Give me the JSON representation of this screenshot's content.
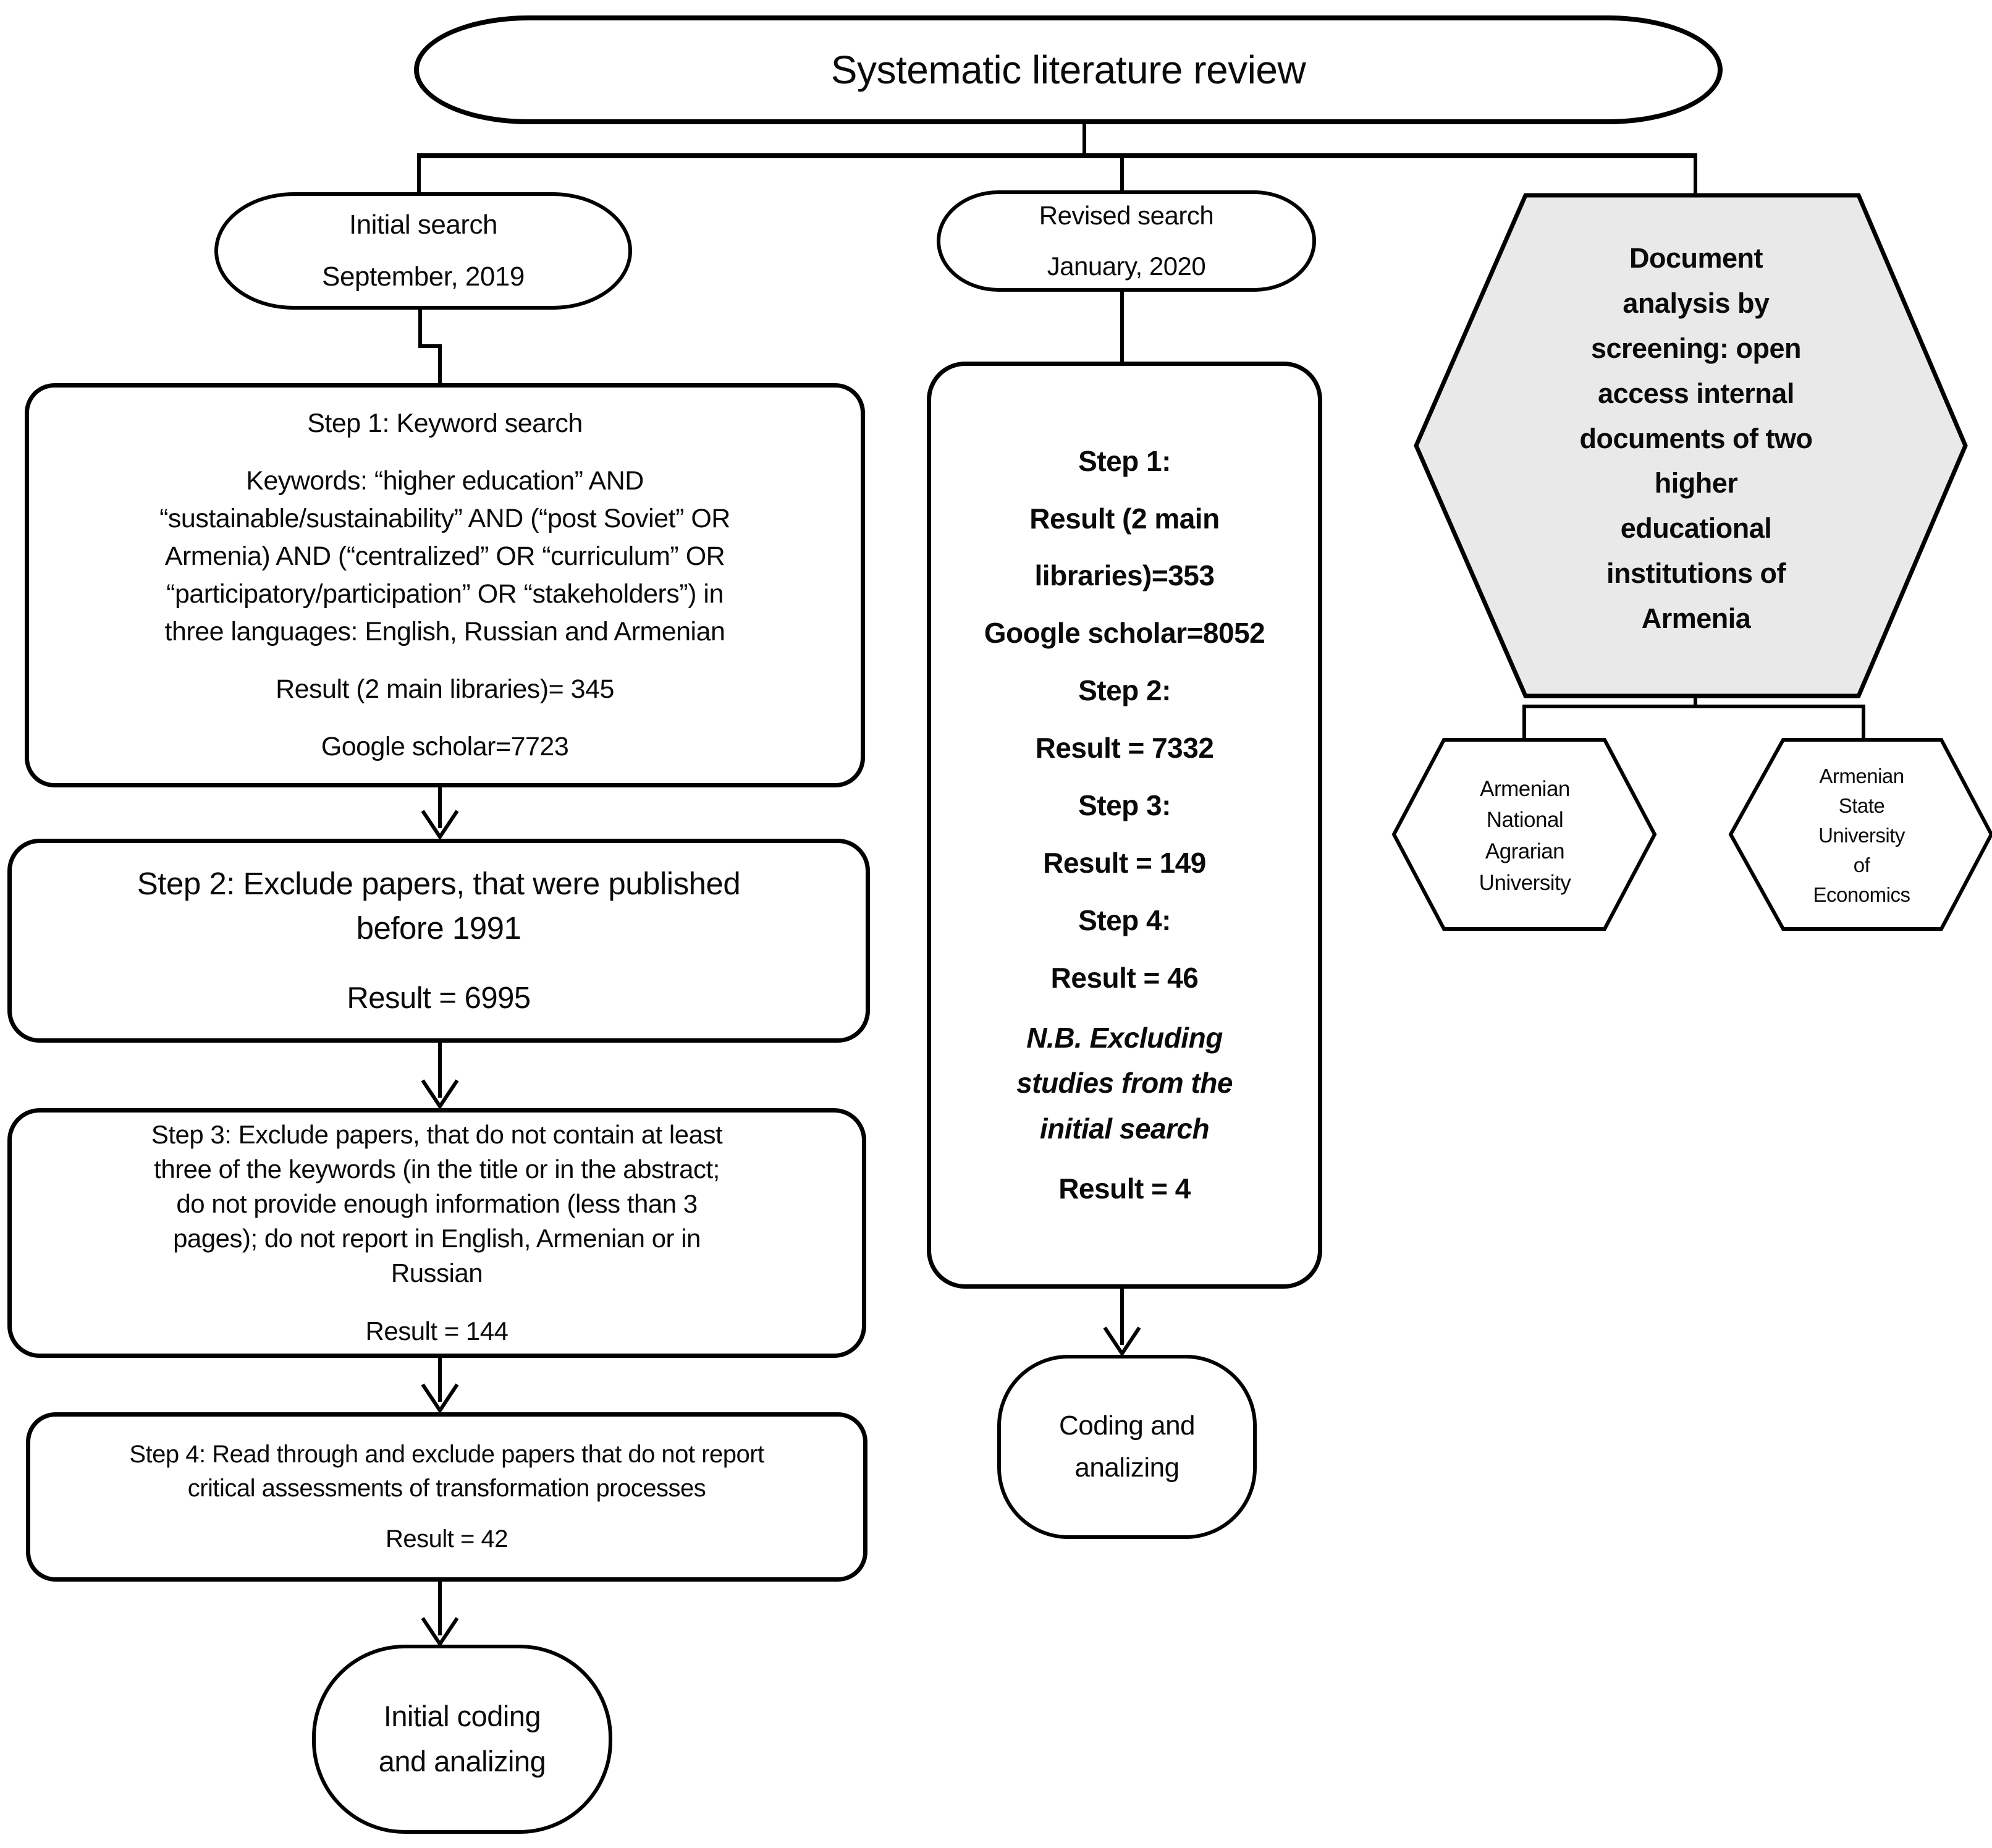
{
  "title": "Systematic literature review",
  "colors": {
    "hexagon_fill": "#e9e9e9",
    "line": "#000000",
    "background": "#ffffff"
  },
  "initial_branch": {
    "header": "Initial search\nSeptember, 2019",
    "step1": {
      "title": "Step 1: Keyword search",
      "keywords": "Keywords: “higher education” AND\n“sustainable/sustainability” AND (“post Soviet” OR\nArmenia) AND (“centralized” OR “curriculum” OR\n“participatory/participation” OR “stakeholders”) in\nthree languages: English, Russian and Armenian",
      "result_libraries": "Result (2 main libraries)= 345",
      "result_scholar": "Google scholar=7723"
    },
    "step2": {
      "text": "Step 2: Exclude papers, that were published\nbefore 1991",
      "result": "Result = 6995"
    },
    "step3": {
      "text": "Step 3: Exclude papers, that do not contain at least\nthree of the keywords (in the title or in the abstract;\ndo not provide enough information (less than 3\npages); do not report in English, Armenian or in\nRussian",
      "result": "Result = 144"
    },
    "step4": {
      "text": "Step 4: Read through and exclude papers that do not report\ncritical assessments of transformation processes",
      "result": "Result = 42"
    },
    "terminal": "Initial coding\nand analizing"
  },
  "revised_branch": {
    "header": "Revised search\nJanuary, 2020",
    "steps": {
      "step1_label": "Step 1:",
      "step1_result": "Result (2 main\nlibraries)=353",
      "step1_scholar": "Google scholar=8052",
      "step2_label": "Step 2:",
      "step2_result": "Result = 7332",
      "step3_label": "Step 3:",
      "step3_result": "Result = 149",
      "step4_label": "Step 4:",
      "step4_result": "Result = 46",
      "nb_note": "N.B. Excluding\nstudies from the\ninitial search",
      "nb_result": "Result = 4"
    },
    "terminal": "Coding and\nanalizing"
  },
  "document_branch": {
    "hexagon": "Document\nanalysis by\nscreening: open\naccess internal\ndocuments of two\nhigher\neducational\ninstitutions of\nArmenia",
    "university1": "Armenian\nNational\nAgrarian\nUniversity",
    "university2": "Armenian\nState\nUniversity\nof\nEconomics"
  }
}
